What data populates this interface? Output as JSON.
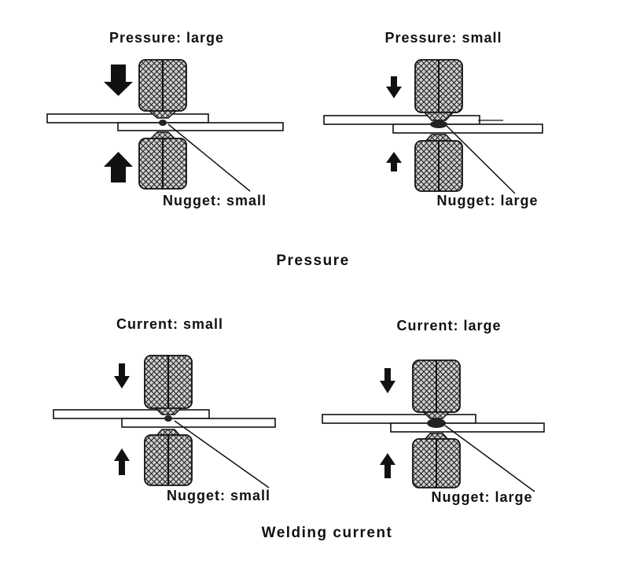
{
  "sections": {
    "pressure": {
      "caption": "Pressure",
      "left": {
        "top_label": "Pressure: large",
        "nugget_label": "Nugget: small",
        "arrow_size": "large",
        "nugget_size": "small"
      },
      "right": {
        "top_label": "Pressure: small",
        "nugget_label": "Nugget: large",
        "arrow_size": "small",
        "nugget_size": "large"
      }
    },
    "current": {
      "caption": "Welding current",
      "left": {
        "top_label": "Current: small",
        "nugget_label": "Nugget: small",
        "arrow_size": "small",
        "nugget_size": "small"
      },
      "right": {
        "top_label": "Current: large",
        "nugget_label": "Nugget: large",
        "arrow_size": "small",
        "nugget_size": "large"
      }
    }
  },
  "colors": {
    "ink": "#111111",
    "paper": "#ffffff"
  }
}
